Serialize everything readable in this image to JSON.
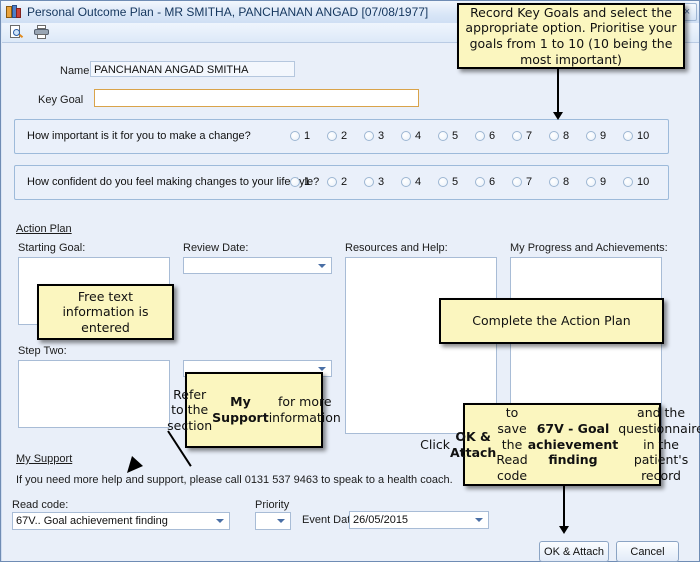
{
  "window": {
    "title": "Personal Outcome Plan - MR SMITHA, PANCHANAN ANGAD [07/08/1977]",
    "icon": "people-group-icon",
    "close_label": "×",
    "help_label": "?"
  },
  "toolbar": {
    "print_preview_icon": "print-preview-icon",
    "print_icon": "printer-icon"
  },
  "form": {
    "name_label": "Name",
    "name_value": "PANCHANAN ANGAD SMITHA",
    "key_goal_label": "Key Goal",
    "key_goal_value": "",
    "importance_question": "How important is it for you to make a change?",
    "confidence_question": "How confident do you feel making changes to your lifestyle?",
    "scale_options": [
      "1",
      "2",
      "3",
      "4",
      "5",
      "6",
      "7",
      "8",
      "9",
      "10"
    ],
    "action_plan_heading": "Action Plan",
    "starting_goal_label": "Starting Goal:",
    "starting_goal_value": "",
    "review_date_label": "Review Date:",
    "review_date_value": "",
    "resources_label": "Resources and Help:",
    "resources_value": "",
    "progress_label": "My Progress and Achievements:",
    "progress_value": "",
    "step_two_label": "Step Two:",
    "step_two_value": "",
    "step_two_date_value": "",
    "my_support_heading": "My Support",
    "my_support_text": "If you need more help and support, please call 0131 537 9463 to speak to a health coach.",
    "read_code_label": "Read code:",
    "read_code_value": "67V.. Goal achievement finding",
    "priority_label": "Priority",
    "priority_value": "",
    "event_date_label": "Event Date",
    "event_date_value": "26/05/2015"
  },
  "buttons": {
    "ok_attach": "OK & Attach",
    "cancel": "Cancel"
  },
  "annotations": [
    {
      "name": "callout-key-goals",
      "text": "Record Key Goals and select the appropriate option. Prioritise your goals from 1 to 10 (10 being the most important)"
    },
    {
      "name": "callout-free-text",
      "text": "Free text information is entered"
    },
    {
      "name": "callout-complete-action-plan",
      "text": "Complete the Action Plan"
    },
    {
      "name": "callout-my-support",
      "html": "Refer to the section <b>My Support</b> for more information"
    },
    {
      "name": "callout-ok-attach",
      "html": "Click <b>OK &amp; Attach</b> to save the Read code <b>67V - Goal achievement finding</b> and the questionnaire in the patient's record"
    }
  ],
  "colors": {
    "callout_bg": "#fbf6bf",
    "callout_border": "#000000",
    "window_bg": "#e9eff9",
    "focus_border": "#d9a34a"
  }
}
